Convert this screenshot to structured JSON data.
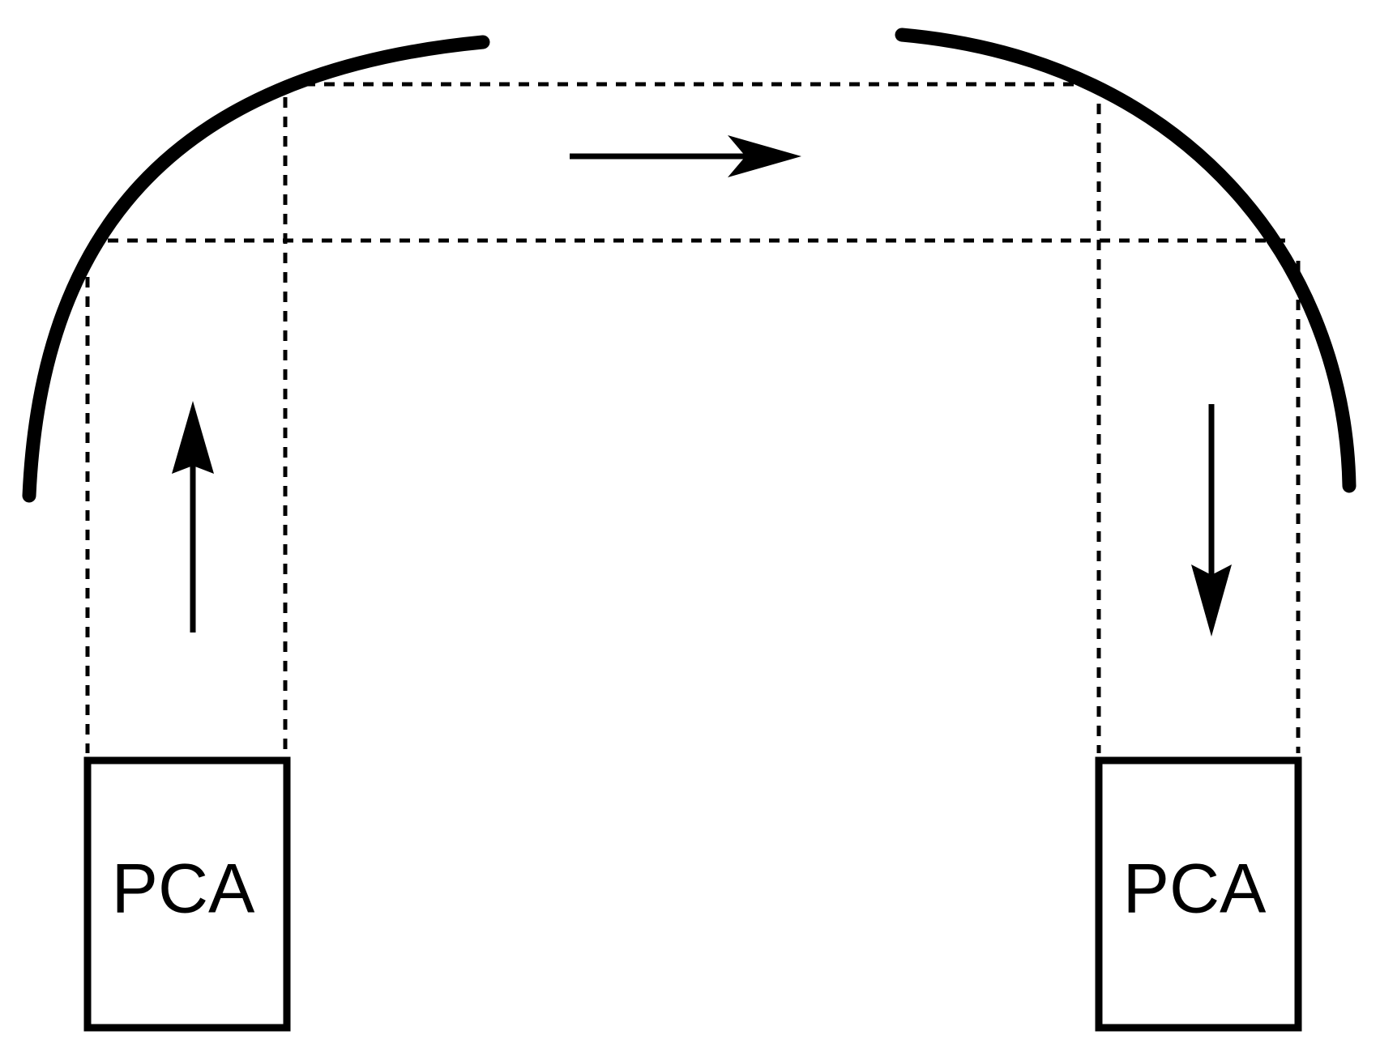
{
  "diagram": {
    "left_block": {
      "label": "PCA"
    },
    "right_block": {
      "label": "PCA"
    },
    "flow_direction": [
      "up",
      "right",
      "down"
    ]
  }
}
